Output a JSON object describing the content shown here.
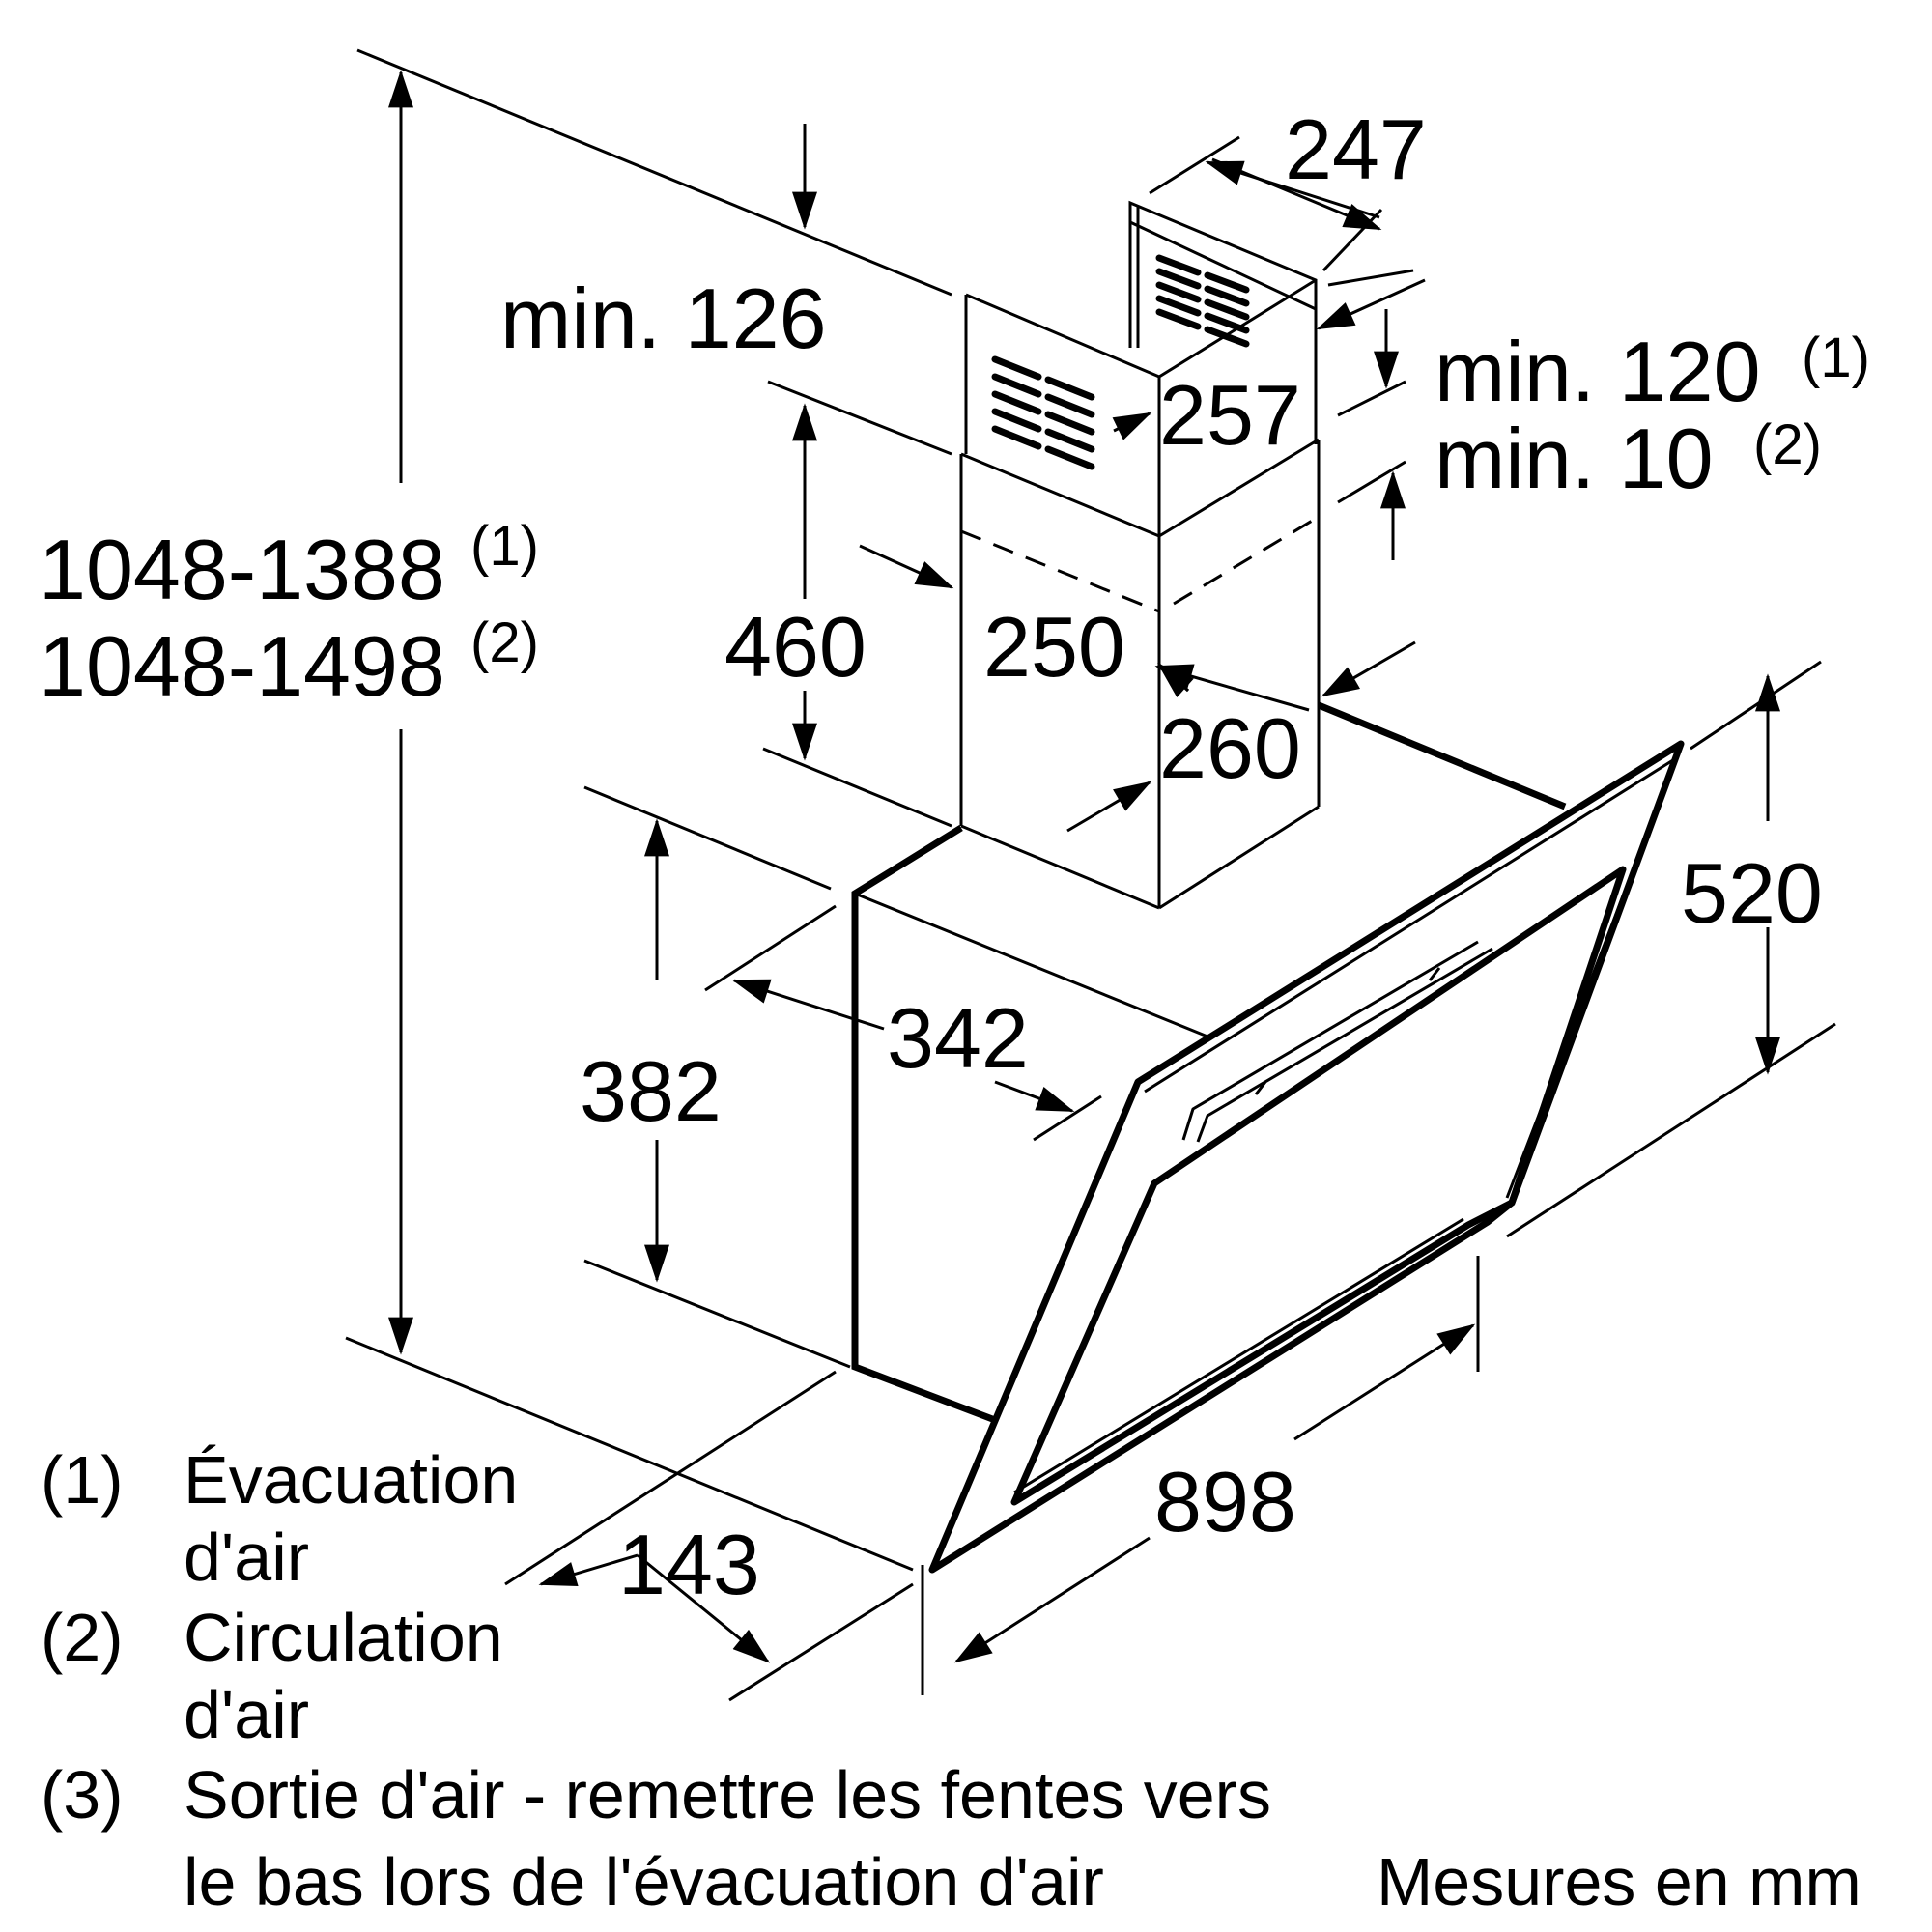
{
  "dimensions": {
    "height_range_1": "1048-1388",
    "height_range_1_sup": "(1)",
    "height_range_2": "1048-1498",
    "height_range_2_sup": "(2)",
    "min_126": "min. 126",
    "min_120": "min. 120",
    "min_120_sup": "(1)",
    "min_10": "min. 10",
    "min_10_sup": "(2)",
    "d247": "247",
    "d257": "257",
    "d460": "460",
    "d250": "250",
    "d260": "260",
    "d520": "520",
    "d382": "382",
    "d342": "342",
    "d898": "898",
    "d143": "143"
  },
  "legend": [
    {
      "num": "(1)",
      "line1": "Évacuation",
      "line2": "d'air"
    },
    {
      "num": "(2)",
      "line1": "Circulation",
      "line2": "d'air"
    },
    {
      "num": "(3)",
      "line1": "Sortie d'air - remettre les fentes vers",
      "line2": "le bas lors de l'évacuation d'air"
    }
  ],
  "units_note": "Mesures en mm"
}
